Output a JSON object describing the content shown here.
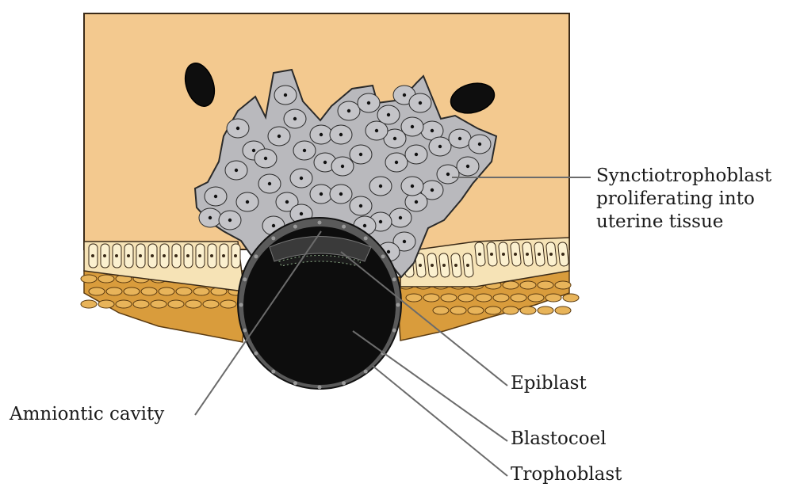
{
  "labels": {
    "synctio": {
      "lines": [
        "Synctiotrophoblast",
        "proliferating into",
        "uterine tissue"
      ]
    },
    "epiblast": "Epiblast",
    "amniotic": "Amniontic cavity",
    "blastocoel": "Blastocoel",
    "trophoblast": "Trophoblast"
  },
  "colors": {
    "uterine_tissue": "#f3c98f",
    "epithelium": "#f6e3b6",
    "stroma": "#d99c3c",
    "syncytio": "#b9b9bd",
    "blastocyst": "#0d0d0d",
    "line": "#6b6b6b"
  }
}
